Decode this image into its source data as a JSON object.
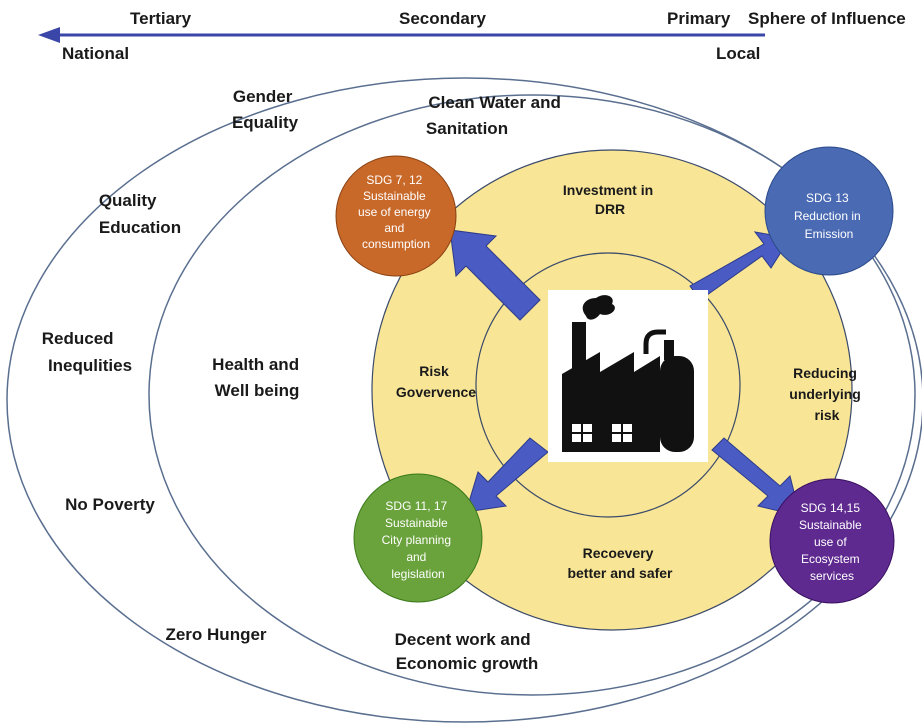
{
  "axis": {
    "tertiary": "Tertiary",
    "secondary": "Secondary",
    "primary": "Primary",
    "sphere": "Sphere of Influence",
    "national": "National",
    "local": "Local",
    "arrow_color": "#3a47a8"
  },
  "outer_ring": {
    "gender_equality": [
      "Gender",
      "Equality"
    ],
    "quality_education": [
      "Quality",
      "Education"
    ],
    "reduced_inequalities": [
      "Reduced",
      "Inequlities"
    ],
    "no_poverty": [
      "No Poverty"
    ],
    "zero_hunger": [
      "Zero Hunger"
    ]
  },
  "middle_ring": {
    "clean_water": [
      "Clean Water and",
      "Sanitation"
    ],
    "health": [
      "Health and",
      "Well being"
    ],
    "decent_work": [
      "Decent work and",
      "Economic growth"
    ]
  },
  "inner_circle": {
    "fill_color": "#f8e596",
    "investment": [
      "Investment in",
      "DRR"
    ],
    "risk_governance": [
      "Risk",
      "Govervence"
    ],
    "reducing_risk": [
      "Reducing",
      "underlying",
      "risk"
    ],
    "recovery": [
      "Recoevery",
      "better and safer"
    ]
  },
  "center_icon": "factory-icon",
  "sdg_circles": [
    {
      "id": "sdg-7-12",
      "lines": [
        "SDG 7, 12",
        "Sustainable",
        "use of energy",
        "and",
        "consumption"
      ],
      "color": "#c8692a"
    },
    {
      "id": "sdg-13",
      "lines": [
        "SDG 13",
        "Reduction in",
        "Emission"
      ],
      "color": "#4a6bb4"
    },
    {
      "id": "sdg-11-17",
      "lines": [
        "SDG 11, 17",
        "Sustainable",
        "City planning",
        "and",
        "legislation"
      ],
      "color": "#6aa23c"
    },
    {
      "id": "sdg-14-15",
      "lines": [
        "SDG 14,15",
        "Sustainable",
        "use of",
        "Ecosystem",
        "services"
      ],
      "color": "#5e2a90"
    }
  ],
  "arrow_color": "#4a5cc4"
}
